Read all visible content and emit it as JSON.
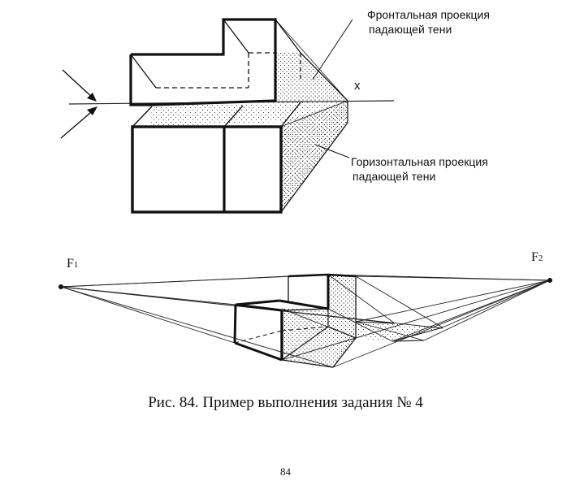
{
  "labels": {
    "frontal_line1": "Фронтальная проекция",
    "frontal_line2": "падающей тени",
    "horizontal_line1": "Горизонтальная проекция",
    "horizontal_line2": "падающей тени",
    "axis_x": "x",
    "f1": "F",
    "f1_sub": "1",
    "f2": "F",
    "f2_sub": "2"
  },
  "caption": "Рис. 84. Пример выполнения задания № 4",
  "page_number": "84"
}
